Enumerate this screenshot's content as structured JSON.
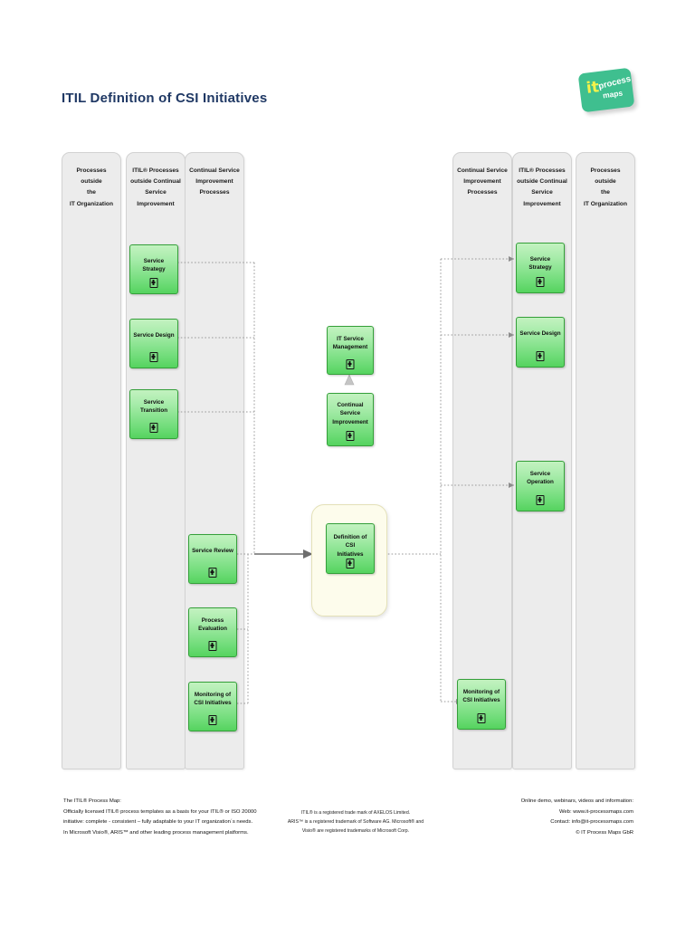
{
  "page": {
    "title": "ITIL Definition of CSI Initiatives"
  },
  "logo": {
    "it": "it",
    "word1": "process",
    "word2": "maps",
    "brand_color": "#3fbf8f",
    "it_color": "#f5f24a"
  },
  "lanes": [
    {
      "id": "lane-left-outside-it",
      "title": "Processes outside\nthe\nIT Organization"
    },
    {
      "id": "lane-left-outside-csi",
      "title": "ITIL® Processes\noutside  Continual\nService\nImprovement"
    },
    {
      "id": "lane-left-csi",
      "title": "Continual Service\nImprovement\nProcesses"
    },
    {
      "id": "lane-right-csi",
      "title": "Continual Service\nImprovement\nProcesses"
    },
    {
      "id": "lane-right-outside-csi",
      "title": "ITIL® Processes\noutside  Continual\nService\nImprovement"
    },
    {
      "id": "lane-right-outside-it",
      "title": "Processes outside\nthe\nIT Organization"
    }
  ],
  "nodes": {
    "left_service_strategy": "Service Strategy",
    "left_service_design": "Service Design",
    "left_service_transition": "Service\nTransition",
    "left_service_review": "Service Review",
    "left_process_evaluation": "Process\nEvaluation",
    "left_monitoring_csi": "Monitoring of\nCSI Initiatives",
    "it_service_management": "IT Service\nManagement",
    "continual_service_improvement": "Continual\nService\nImprovement",
    "definition_csi": "Definition of CSI\nInitiatives",
    "right_service_strategy": "Service Strategy",
    "right_service_design": "Service Design",
    "right_service_operation": "Service\nOperation",
    "right_monitoring_csi": "Monitoring of\nCSI Initiatives"
  },
  "footer": {
    "left": "The ITIL® Process Map:\nOfficially licensed ITIL® process templates as a basis for your ITIL® or ISO 20000\ninitiative: complete - consistent – fully adaptable to your IT organization´s needs.\nIn Microsoft Visio®, ARIS™ and other leading process management platforms.",
    "middle": "ITIL® is a registered trade mark of AXELOS Limited.\nARIS™ is a  registered trademark of Software AG. Microsoft® and\nVisio® are registered trademarks of Microsoft Corp.",
    "right": "Online demo, webinars, videos and information:\nWeb: www.it-processmaps.com\nContact: info@it-processmaps.com\n© IT Process Maps GbR"
  },
  "colors": {
    "title": "#1f3864",
    "lane_fill": "#ececec",
    "box_border": "#35a03a",
    "focus_fill": "#fdfcec"
  }
}
